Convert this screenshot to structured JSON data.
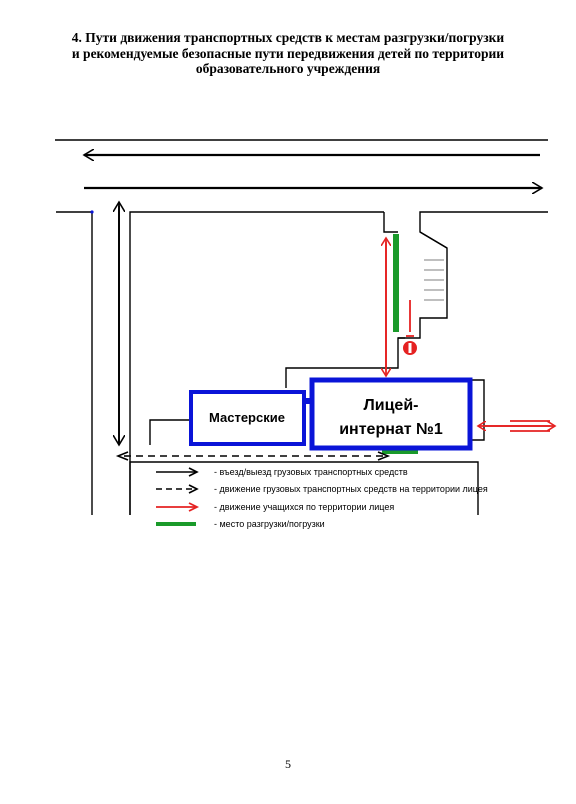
{
  "title": {
    "line1": "4. Пути движения транспортных средств к местам разгрузки/погрузки",
    "line2": "и рекомендуемые безопасные пути передвижения детей по территории",
    "line3": "образовательного учреждения"
  },
  "buildings": {
    "workshops_label": "Мастерские",
    "main_label_line1": "Лицей-",
    "main_label_line2": "интернат №1"
  },
  "legend": {
    "items": [
      {
        "label": "- въезд/выезд грузовых транспортных средств",
        "style": "solid-black"
      },
      {
        "label": "- движение грузовых транспортных средств на территории лицея",
        "style": "dashed-black"
      },
      {
        "label": "- движение учащихся по территории лицея",
        "style": "red"
      },
      {
        "label": "- место разгрузки/погрузки",
        "style": "green"
      }
    ]
  },
  "colors": {
    "building": "#0a14d8",
    "students": "#e52222",
    "loading": "#1a9a2a",
    "trucks": "#000000"
  },
  "page_number": "5"
}
